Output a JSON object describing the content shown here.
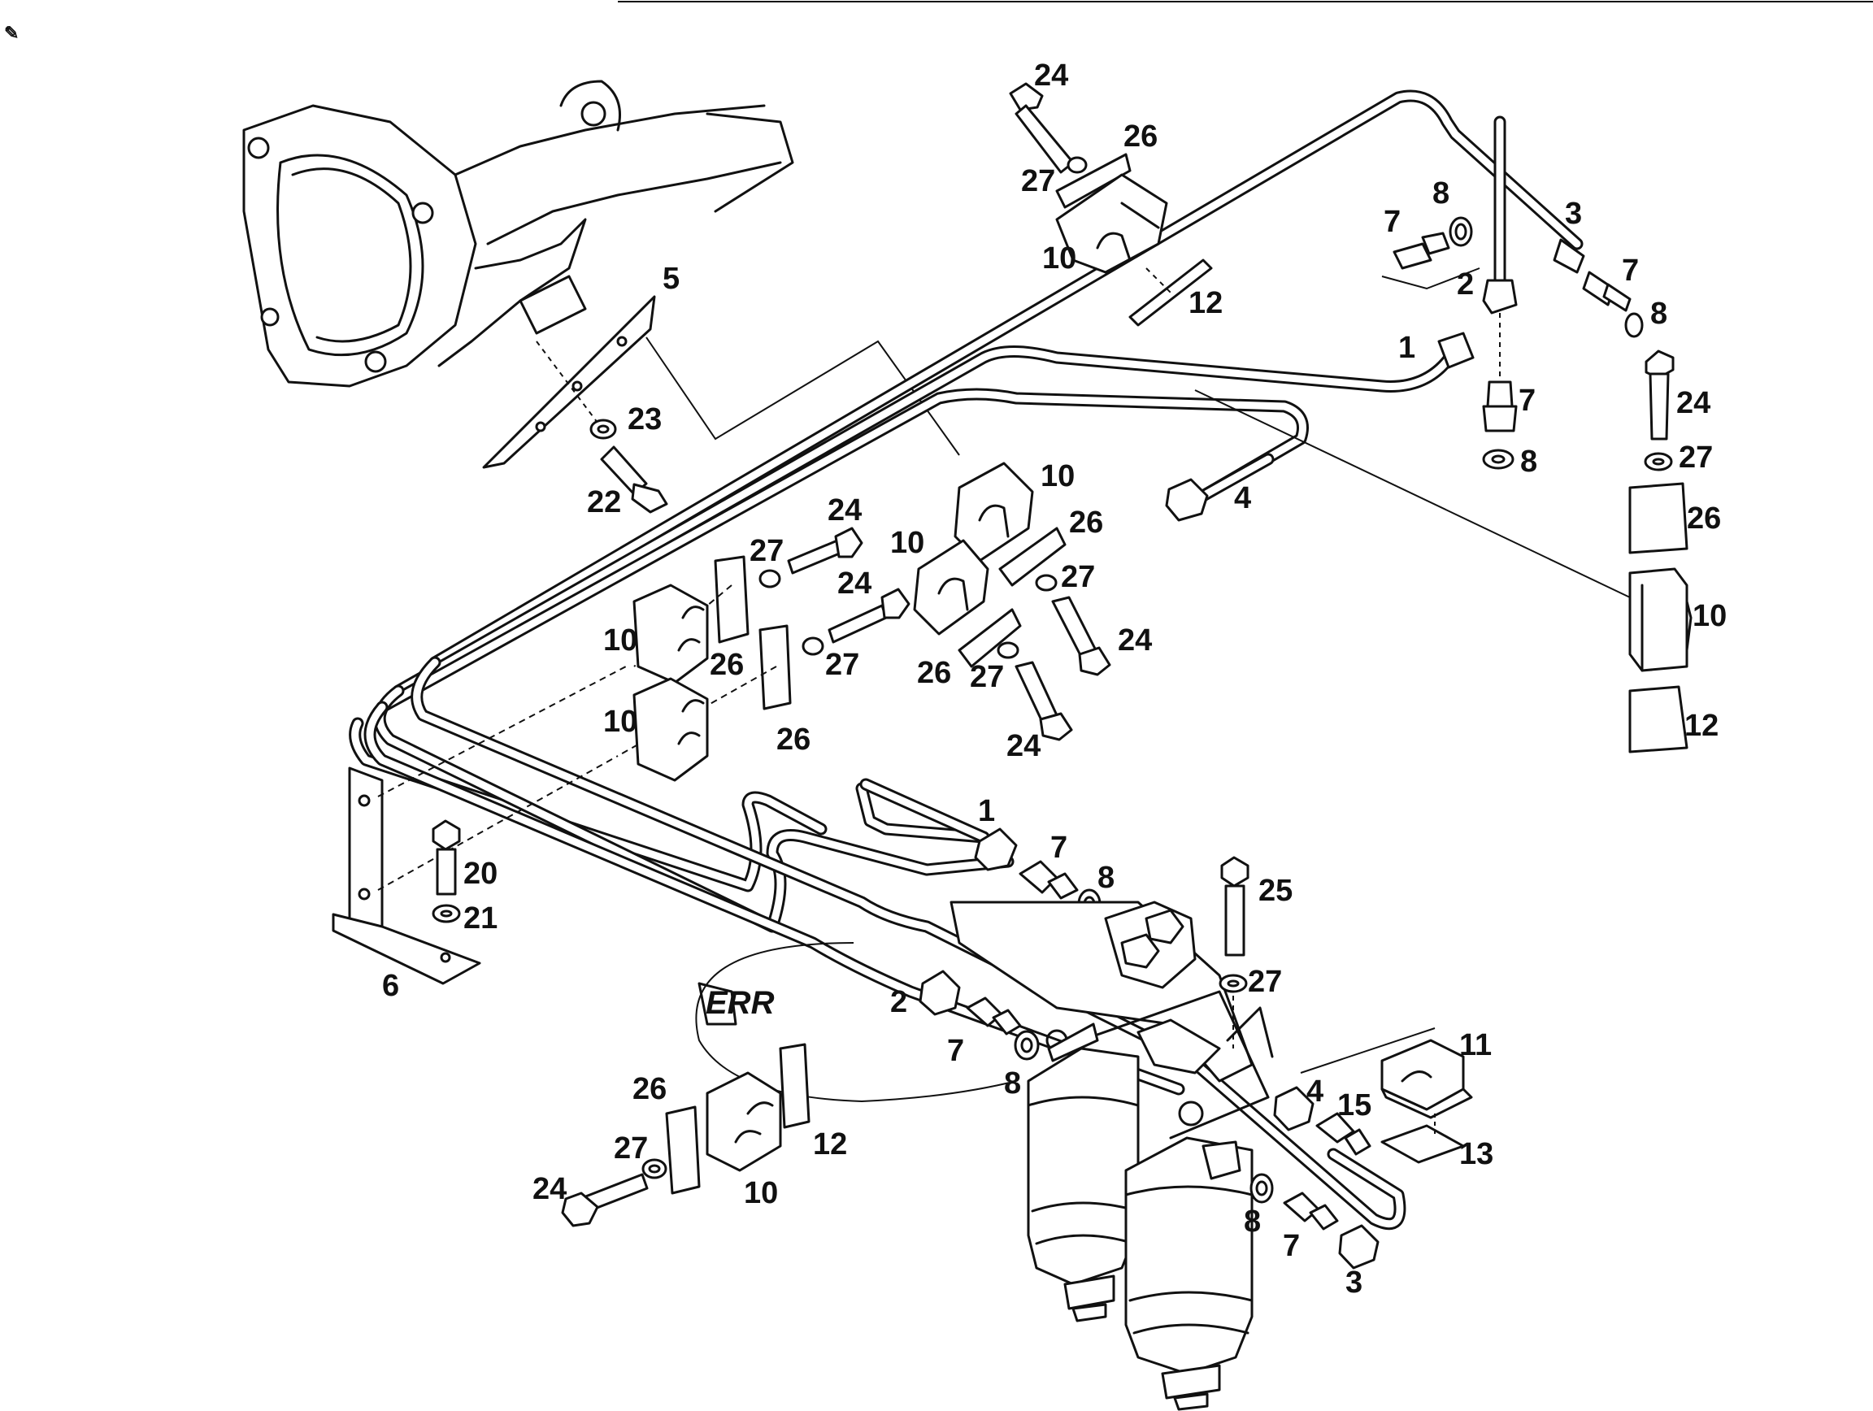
{
  "diagram": {
    "stamp_text": "ERR",
    "callouts": [
      {
        "id": "c-24-top",
        "text": "24"
      },
      {
        "id": "c-26-top",
        "text": "26"
      },
      {
        "id": "c-27-top",
        "text": "27"
      },
      {
        "id": "c-10-top",
        "text": "10"
      },
      {
        "id": "c-12-top",
        "text": "12"
      },
      {
        "id": "c-5",
        "text": "5"
      },
      {
        "id": "c-23",
        "text": "23"
      },
      {
        "id": "c-22",
        "text": "22"
      },
      {
        "id": "c-8-a",
        "text": "8"
      },
      {
        "id": "c-7-a",
        "text": "7"
      },
      {
        "id": "c-2-a",
        "text": "2"
      },
      {
        "id": "c-3-a",
        "text": "3"
      },
      {
        "id": "c-7-b",
        "text": "7"
      },
      {
        "id": "c-8-b",
        "text": "8"
      },
      {
        "id": "c-1-a",
        "text": "1"
      },
      {
        "id": "c-7-c",
        "text": "7"
      },
      {
        "id": "c-8-c",
        "text": "8"
      },
      {
        "id": "c-24-r",
        "text": "24"
      },
      {
        "id": "c-27-r",
        "text": "27"
      },
      {
        "id": "c-26-r",
        "text": "26"
      },
      {
        "id": "c-10-r",
        "text": "10"
      },
      {
        "id": "c-12-r",
        "text": "12"
      },
      {
        "id": "c-4-a",
        "text": "4"
      },
      {
        "id": "c-10-m1",
        "text": "10"
      },
      {
        "id": "c-10-m2",
        "text": "10"
      },
      {
        "id": "c-26-m",
        "text": "26"
      },
      {
        "id": "c-27-m",
        "text": "27"
      },
      {
        "id": "c-24-m",
        "text": "24"
      },
      {
        "id": "c-26-m2",
        "text": "26"
      },
      {
        "id": "c-27-m2",
        "text": "27"
      },
      {
        "id": "c-24-m2",
        "text": "24"
      },
      {
        "id": "c-24-l",
        "text": "24"
      },
      {
        "id": "c-27-l",
        "text": "27"
      },
      {
        "id": "c-24-l2",
        "text": "24"
      },
      {
        "id": "c-27-l2",
        "text": "27"
      },
      {
        "id": "c-10-l",
        "text": "10"
      },
      {
        "id": "c-26-l",
        "text": "26"
      },
      {
        "id": "c-10-l2",
        "text": "10"
      },
      {
        "id": "c-26-l2",
        "text": "26"
      },
      {
        "id": "c-20",
        "text": "20"
      },
      {
        "id": "c-21",
        "text": "21"
      },
      {
        "id": "c-6",
        "text": "6"
      },
      {
        "id": "c-1-b",
        "text": "1"
      },
      {
        "id": "c-7-d",
        "text": "7"
      },
      {
        "id": "c-8-d",
        "text": "8"
      },
      {
        "id": "c-25",
        "text": "25"
      },
      {
        "id": "c-27-b",
        "text": "27"
      },
      {
        "id": "c-2-b",
        "text": "2"
      },
      {
        "id": "c-7-e",
        "text": "7"
      },
      {
        "id": "c-8-e",
        "text": "8"
      },
      {
        "id": "c-11",
        "text": "11"
      },
      {
        "id": "c-4-b",
        "text": "4"
      },
      {
        "id": "c-15",
        "text": "15"
      },
      {
        "id": "c-13",
        "text": "13"
      },
      {
        "id": "c-26-b",
        "text": "26"
      },
      {
        "id": "c-12-b",
        "text": "12"
      },
      {
        "id": "c-27-b2",
        "text": "27"
      },
      {
        "id": "c-24-b",
        "text": "24"
      },
      {
        "id": "c-10-b",
        "text": "10"
      },
      {
        "id": "c-8-f",
        "text": "8"
      },
      {
        "id": "c-7-f",
        "text": "7"
      },
      {
        "id": "c-3-b",
        "text": "3"
      }
    ]
  }
}
